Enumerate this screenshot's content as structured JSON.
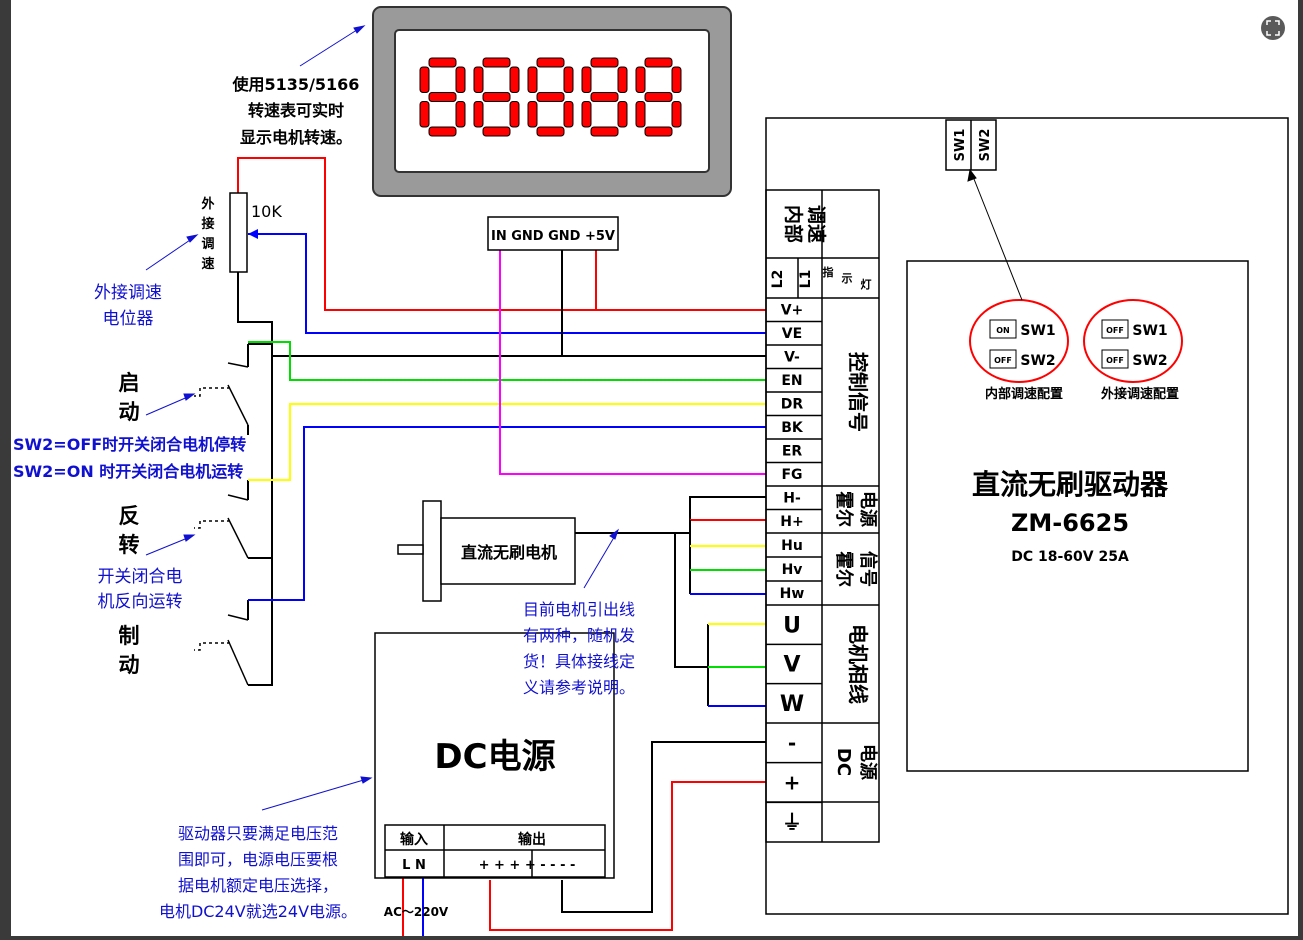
{
  "display": {
    "digits": "88888"
  },
  "tachometer_note": [
    "使用5135/5166",
    "转速表可实时",
    "显示电机转速。"
  ],
  "ext_pot": {
    "vertical_label": [
      "外",
      "接",
      "调",
      "速"
    ],
    "value": "10K",
    "caption": [
      "外接调速",
      "电位器"
    ]
  },
  "tach_connector": {
    "labels": "IN GND GND +5V"
  },
  "switches": {
    "start": [
      "启",
      "动"
    ],
    "reverse": [
      "反",
      "转"
    ],
    "brake": [
      "制",
      "动"
    ],
    "start_note": [
      "SW2=OFF时开关闭合电机停转",
      "SW2=ON 时开关闭合电机运转"
    ],
    "reverse_note": [
      "开关闭合电",
      "机反向运转"
    ]
  },
  "motor": {
    "label": "直流无刷电机",
    "note": [
      "目前电机引出线",
      "有两种，随机发",
      "货！具体接线定",
      "义请参考说明。"
    ]
  },
  "psu": {
    "title": "DC电源",
    "input_label": "输入",
    "output_label": "输出",
    "input_terms": "L N",
    "output_terms": "+ + + +  - - - -",
    "ac_label": "AC～220V",
    "note": [
      "驱动器只要满足电压范",
      "围即可，电源电压要根",
      "据电机额定电压选择，",
      "电机DC24V就选24V电源。"
    ]
  },
  "driver": {
    "title": "直流无刷驱动器",
    "model": "ZM-6625",
    "spec": "DC 18-60V 25A",
    "dip_labels": [
      "SW1",
      "SW2"
    ],
    "internal_speed_group": [
      "内部",
      "调速"
    ],
    "led_labels": [
      "L2",
      "L1"
    ],
    "led_caption": [
      "指",
      "示",
      "灯"
    ],
    "control_terminals": [
      "V+",
      "VE",
      "V-",
      "EN",
      "DR",
      "BK",
      "ER",
      "FG"
    ],
    "control_group": "控制信号",
    "hall_power_terminals": [
      "H-",
      "H+"
    ],
    "hall_power_group": [
      "霍尔",
      "电源"
    ],
    "hall_signal_terminals": [
      "Hu",
      "Hv",
      "Hw"
    ],
    "hall_signal_group": [
      "霍尔",
      "信号"
    ],
    "phase_terminals": [
      "U",
      "V",
      "W"
    ],
    "phase_group": "电机相线",
    "dc_terminals": [
      "-",
      "+",
      "⏚"
    ],
    "dc_group": [
      "DC",
      "电源"
    ]
  },
  "config": {
    "internal": {
      "caption": "内部调速配置",
      "sw1": "ON",
      "sw2": "OFF",
      "labels": [
        "SW1",
        "SW2"
      ]
    },
    "external": {
      "caption": "外接调速配置",
      "sw1": "OFF",
      "sw2": "OFF",
      "labels": [
        "SW1",
        "SW2"
      ]
    }
  },
  "colors": {
    "red": "#ff0000",
    "blue": "#0000ff",
    "green": "#00dd00",
    "yellow": "#ffff00",
    "magenta": "#ff00ff",
    "black": "#000000",
    "note_blue": "#1010d0"
  }
}
